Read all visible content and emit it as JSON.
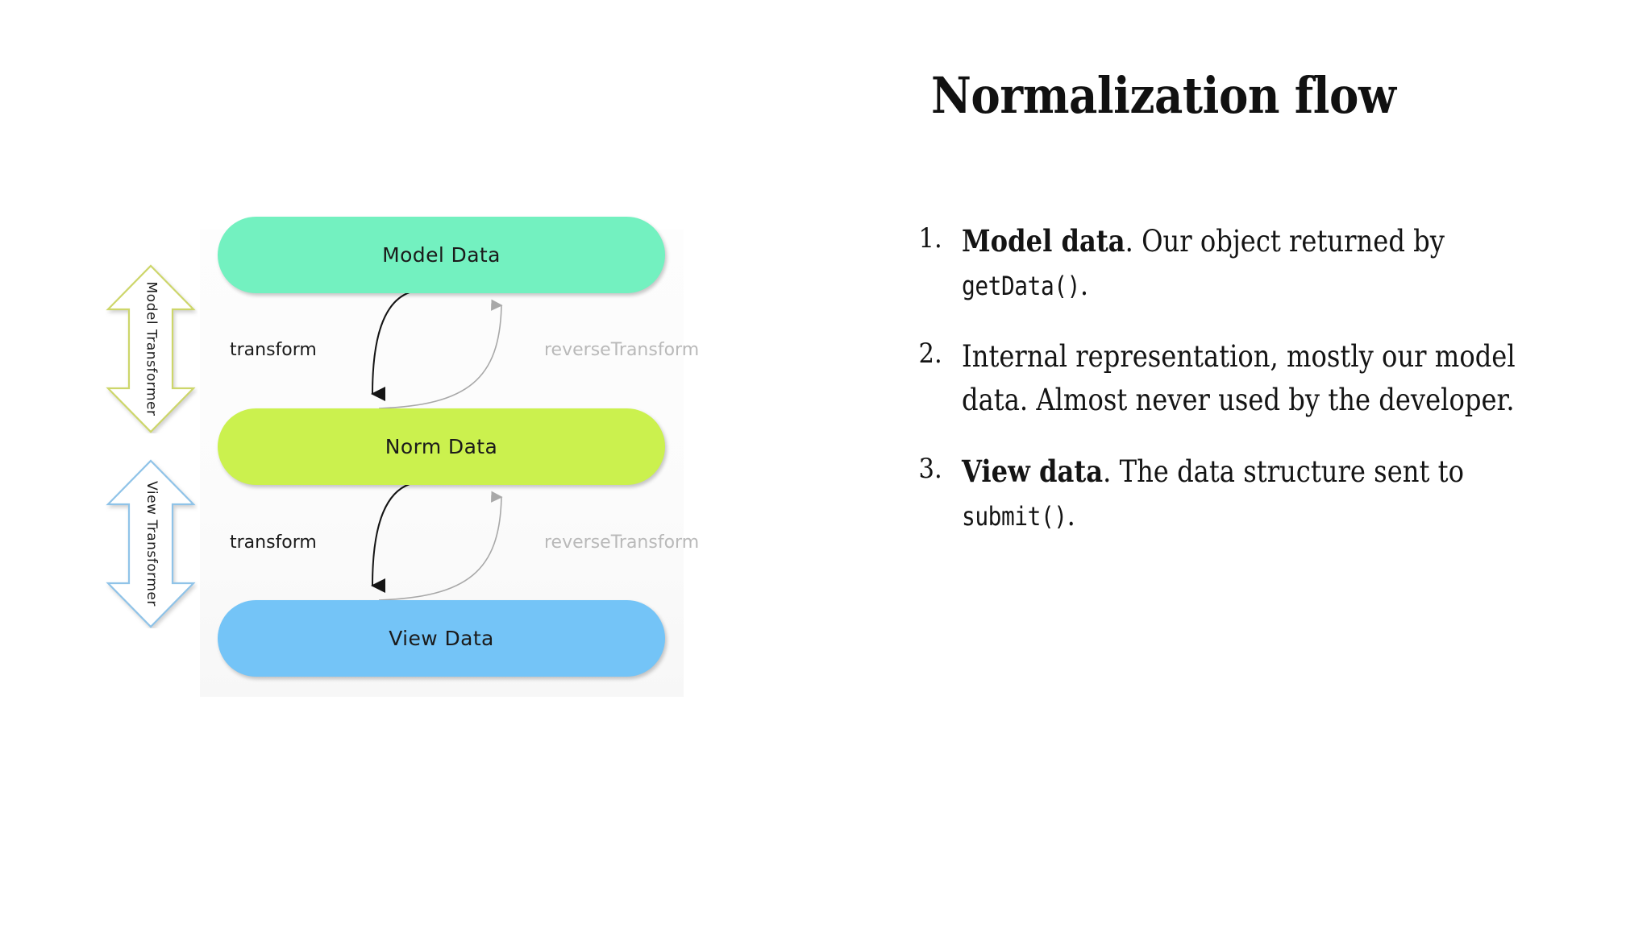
{
  "slide": {
    "title": "Normalization flow",
    "background_color": "#ffffff"
  },
  "diagram": {
    "name": "normalization-flow-diagram",
    "nodes": [
      {
        "id": "model",
        "label": "Model Data",
        "color": "#73f1c0"
      },
      {
        "id": "norm",
        "label": "Norm Data",
        "color": "#cbf14e"
      },
      {
        "id": "view",
        "label": "View Data",
        "color": "#74c4f7"
      }
    ],
    "transformers": [
      {
        "id": "model-transformer",
        "label": "Model Transformer",
        "color": "#cdd66a",
        "spans": [
          "model",
          "norm"
        ]
      },
      {
        "id": "view-transformer",
        "label": "View Transformer",
        "color": "#8fc3e8",
        "spans": [
          "norm",
          "view"
        ]
      }
    ],
    "edges": [
      {
        "id": "edge-model-to-norm",
        "from": "model",
        "to": "norm",
        "label": "transform",
        "direction": "down",
        "color": "#222222"
      },
      {
        "id": "edge-norm-to-model",
        "from": "norm",
        "to": "model",
        "label": "reverseTransform",
        "direction": "up",
        "color": "#b9b9b9"
      },
      {
        "id": "edge-norm-to-view",
        "from": "norm",
        "to": "view",
        "label": "transform",
        "direction": "down",
        "color": "#222222"
      },
      {
        "id": "edge-view-to-norm",
        "from": "view",
        "to": "norm",
        "label": "reverseTransform",
        "direction": "up",
        "color": "#b9b9b9"
      }
    ],
    "labels": {
      "transform_1": "transform",
      "reverse_1": "reverseTransform",
      "transform_2": "transform",
      "reverse_2": "reverseTransform"
    }
  },
  "points": [
    {
      "number": "1.",
      "strong": "Model data",
      "text_before_code": ". Our object returned by ",
      "code": "getData()",
      "text_after_code": "."
    },
    {
      "number": "2.",
      "strong": "",
      "text_before_code": "Internal representation, mostly our model data. Almost never used by the developer.",
      "code": "",
      "text_after_code": ""
    },
    {
      "number": "3.",
      "strong": "View data",
      "text_before_code": ". The data structure sent to ",
      "code": "submit()",
      "text_after_code": "."
    }
  ]
}
